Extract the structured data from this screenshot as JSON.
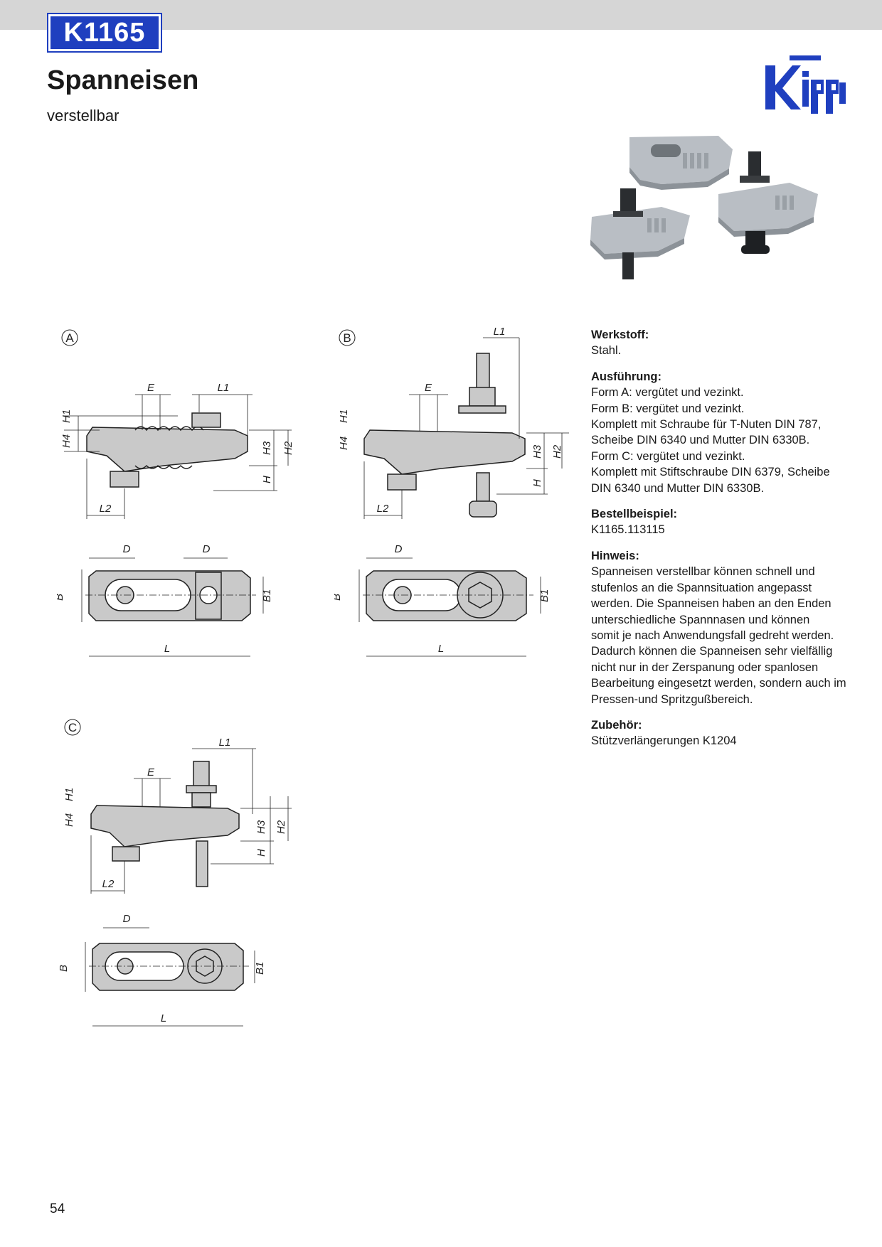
{
  "header": {
    "code": "K1165",
    "title": "Spanneisen",
    "subtitle": "verstellbar"
  },
  "brand": {
    "logo_text": "Kipp",
    "color": "#1f3fbf"
  },
  "diagrams": {
    "form_a": {
      "label": "A",
      "dims": [
        "E",
        "L1",
        "H1",
        "H4",
        "H3",
        "H2",
        "H",
        "L2",
        "D",
        "D",
        "B",
        "B1",
        "L"
      ]
    },
    "form_b": {
      "label": "B",
      "dims": [
        "L1",
        "E",
        "H1",
        "H4",
        "H3",
        "H2",
        "H",
        "L2",
        "D",
        "B",
        "B1",
        "L"
      ]
    },
    "form_c": {
      "label": "C",
      "dims": [
        "L1",
        "E",
        "H1",
        "H4",
        "H3",
        "H2",
        "H",
        "L2",
        "D",
        "B",
        "B1",
        "L"
      ]
    }
  },
  "info": {
    "sections": [
      {
        "heading": "Werkstoff:",
        "lines": [
          "Stahl."
        ]
      },
      {
        "heading": "Ausführung:",
        "lines": [
          "Form A: vergütet und vezinkt.",
          "Form B: vergütet und vezinkt.",
          "Komplett mit Schraube für T-Nuten DIN 787,",
          "Scheibe DIN 6340 und Mutter DIN 6330B.",
          "Form C: vergütet und vezinkt.",
          "Komplett mit Stiftschraube DIN 6379, Scheibe",
          "DIN 6340 und Mutter DIN 6330B."
        ]
      },
      {
        "heading": "Bestellbeispiel:",
        "lines": [
          "K1165.113115"
        ]
      },
      {
        "heading": "Hinweis:",
        "lines": [
          "Spanneisen verstellbar können schnell und",
          "stufenlos an die Spannsituation angepasst",
          "werden. Die Spanneisen haben an den Enden",
          "unterschiedliche Spannnasen und können",
          "somit je nach Anwendungsfall gedreht werden.",
          "Dadurch können die Spanneisen sehr vielfällig",
          "nicht nur in der Zerspanung oder spanlosen",
          "Bearbeitung eingesetzt werden, sondern auch im",
          "Pressen-und Spritzgußbereich."
        ]
      },
      {
        "heading": "Zubehör:",
        "lines": [
          "Stützverlängerungen K1204"
        ]
      }
    ]
  },
  "footer": {
    "page_number": "54"
  }
}
